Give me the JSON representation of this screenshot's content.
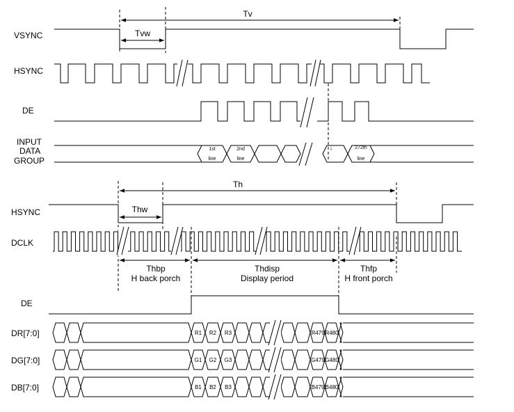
{
  "vertical": {
    "signals": {
      "vsync": "VSYNC",
      "hsync": "HSYNC",
      "de": "DE",
      "input1": "INPUT",
      "input2": "DATA",
      "input3": "GROUP"
    },
    "tv": "Tv",
    "tvw": "Tvw",
    "cells": {
      "first_a": "1st",
      "first_b": "line",
      "second_a": "2nd",
      "second_b": "line",
      "mid": "i",
      "last_a": "272th",
      "last_b": "line"
    }
  },
  "horizontal": {
    "signals": {
      "hsync": "HSYNC",
      "dclk": "DCLK",
      "de": "DE",
      "dr": "DR[7:0]",
      "dg": "DG[7:0]",
      "db": "DB[7:0]"
    },
    "th": "Th",
    "thw": "Thw",
    "thbp": "Thbp",
    "thbp_desc": "H back porch",
    "thdisp": "Thdisp",
    "thdisp_desc": "Display period",
    "thfp": "Thfp",
    "thfp_desc": "H front porch",
    "red": [
      "R1",
      "R2",
      "R3",
      "R479",
      "R480"
    ],
    "green": [
      "G1",
      "G2",
      "G3",
      "G479",
      "G480"
    ],
    "blue": [
      "B1",
      "B2",
      "B3",
      "B479",
      "B480"
    ]
  }
}
